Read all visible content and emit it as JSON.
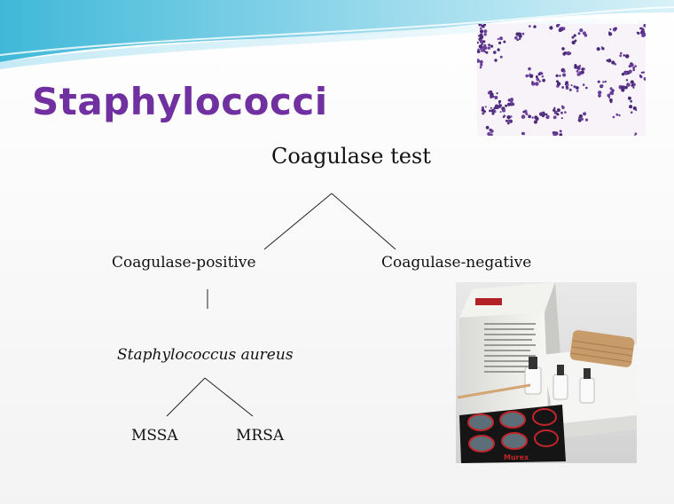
{
  "slide": {
    "title": "Staphylococci",
    "accent_color": "#7030a0"
  },
  "diagram": {
    "root": "Coagulase test",
    "left_branch": "Coagulase-positive",
    "right_branch": "Coagulase-negative",
    "species": "Staphylococcus aureus",
    "leaf_left": "MSSA",
    "leaf_right": "MRSA"
  },
  "images": {
    "micrograph": "gram-stain-micrograph",
    "kit": "coagulase-test-kit",
    "kit_label": "Murex"
  }
}
